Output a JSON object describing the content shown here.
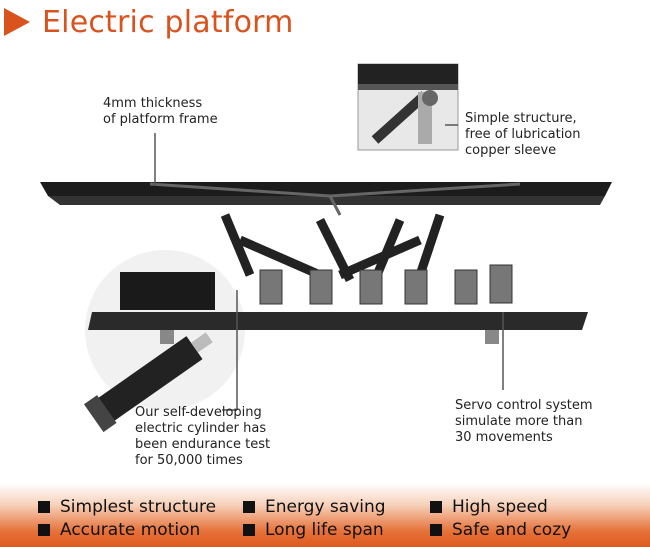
{
  "title": "Electric platform",
  "accent_color": "#d9531e",
  "callouts": {
    "frame": [
      "4mm thickness",
      "of platform frame"
    ],
    "structure": [
      "Simple structure,",
      "free of lubrication",
      "copper sleeve"
    ],
    "cylinder": [
      "Our self-developing",
      "electric cylinder has",
      "been endurance test",
      "for 50,000 times"
    ],
    "servo": [
      "Servo control system",
      "simulate more than",
      "30 movements"
    ]
  },
  "features": [
    [
      "Simplest structure",
      "Energy saving",
      "High speed"
    ],
    [
      "Accurate motion",
      "Long life span",
      "Safe and cozy"
    ]
  ]
}
